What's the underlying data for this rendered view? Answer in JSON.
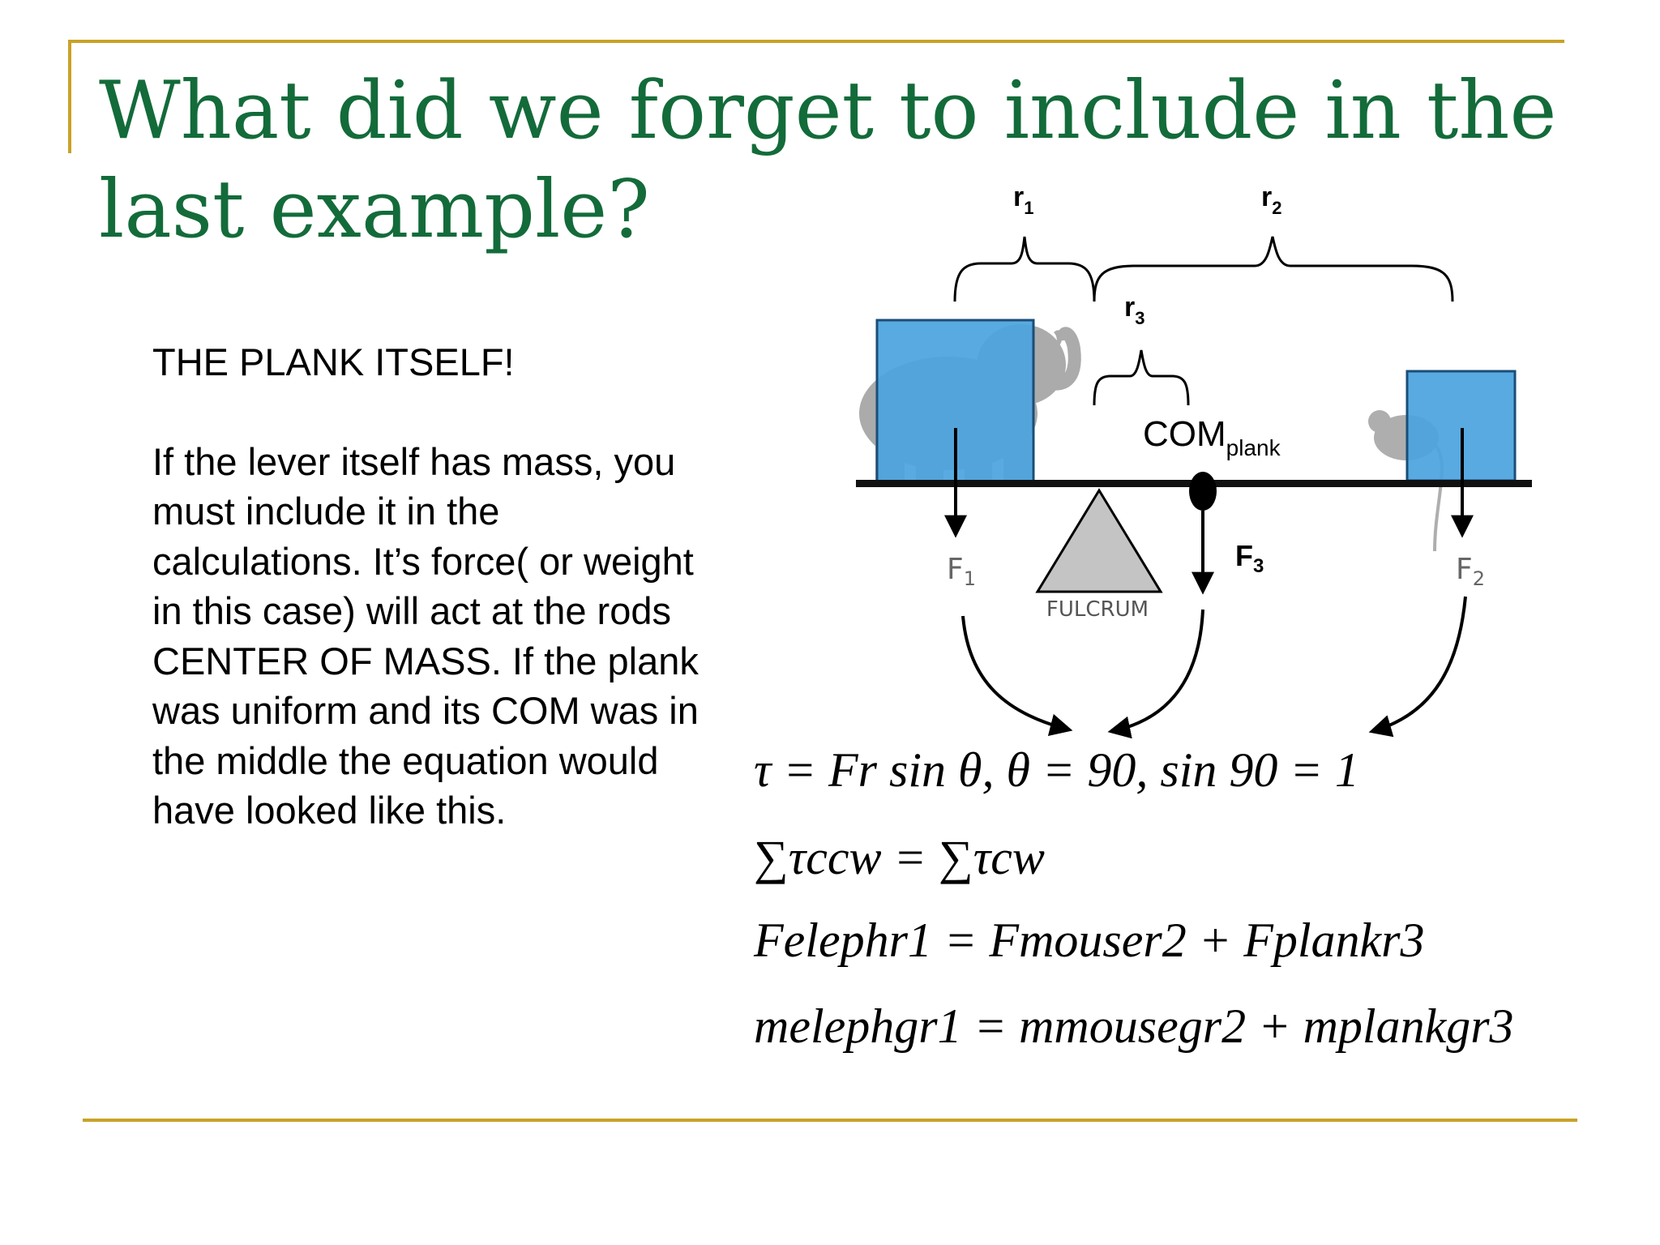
{
  "slide": {
    "title": "What did we forget to include in the last example?",
    "lead": "THE PLANK ITSELF!",
    "paragraph": "If the lever itself has mass, you must include it in the calculations. It’s force( or weight in this case) will act at the rods CENTER OF MASS. If the plank was uniform and its COM was in the middle the equation would have looked like this."
  },
  "diagram": {
    "r1_label": "r",
    "r1_sub": "1",
    "r2_label": "r",
    "r2_sub": "2",
    "r3_label": "r",
    "r3_sub": "3",
    "com_label": "COM",
    "com_sub": "plank",
    "f1_label": "F",
    "f1_sub": "1",
    "f2_label": "F",
    "f2_sub": "2",
    "f3_label": "F",
    "f3_sub": "3",
    "fulcrum_label": "FULCRUM"
  },
  "equations": {
    "eq1": "τ = Fr sin θ, θ = 90, sin 90 = 1",
    "eq2": "∑τccw = ∑τcw",
    "eq3": "Felephr1 = Fmouser2 + Fplankr3",
    "eq4": "melephgr1 = mmousegr2 + mplankgr3"
  },
  "colors": {
    "accent_line": "#c9a227",
    "title": "#136b3a",
    "box_fill": "#4aa3de",
    "fulcrum_fill": "#c4c4c4"
  }
}
